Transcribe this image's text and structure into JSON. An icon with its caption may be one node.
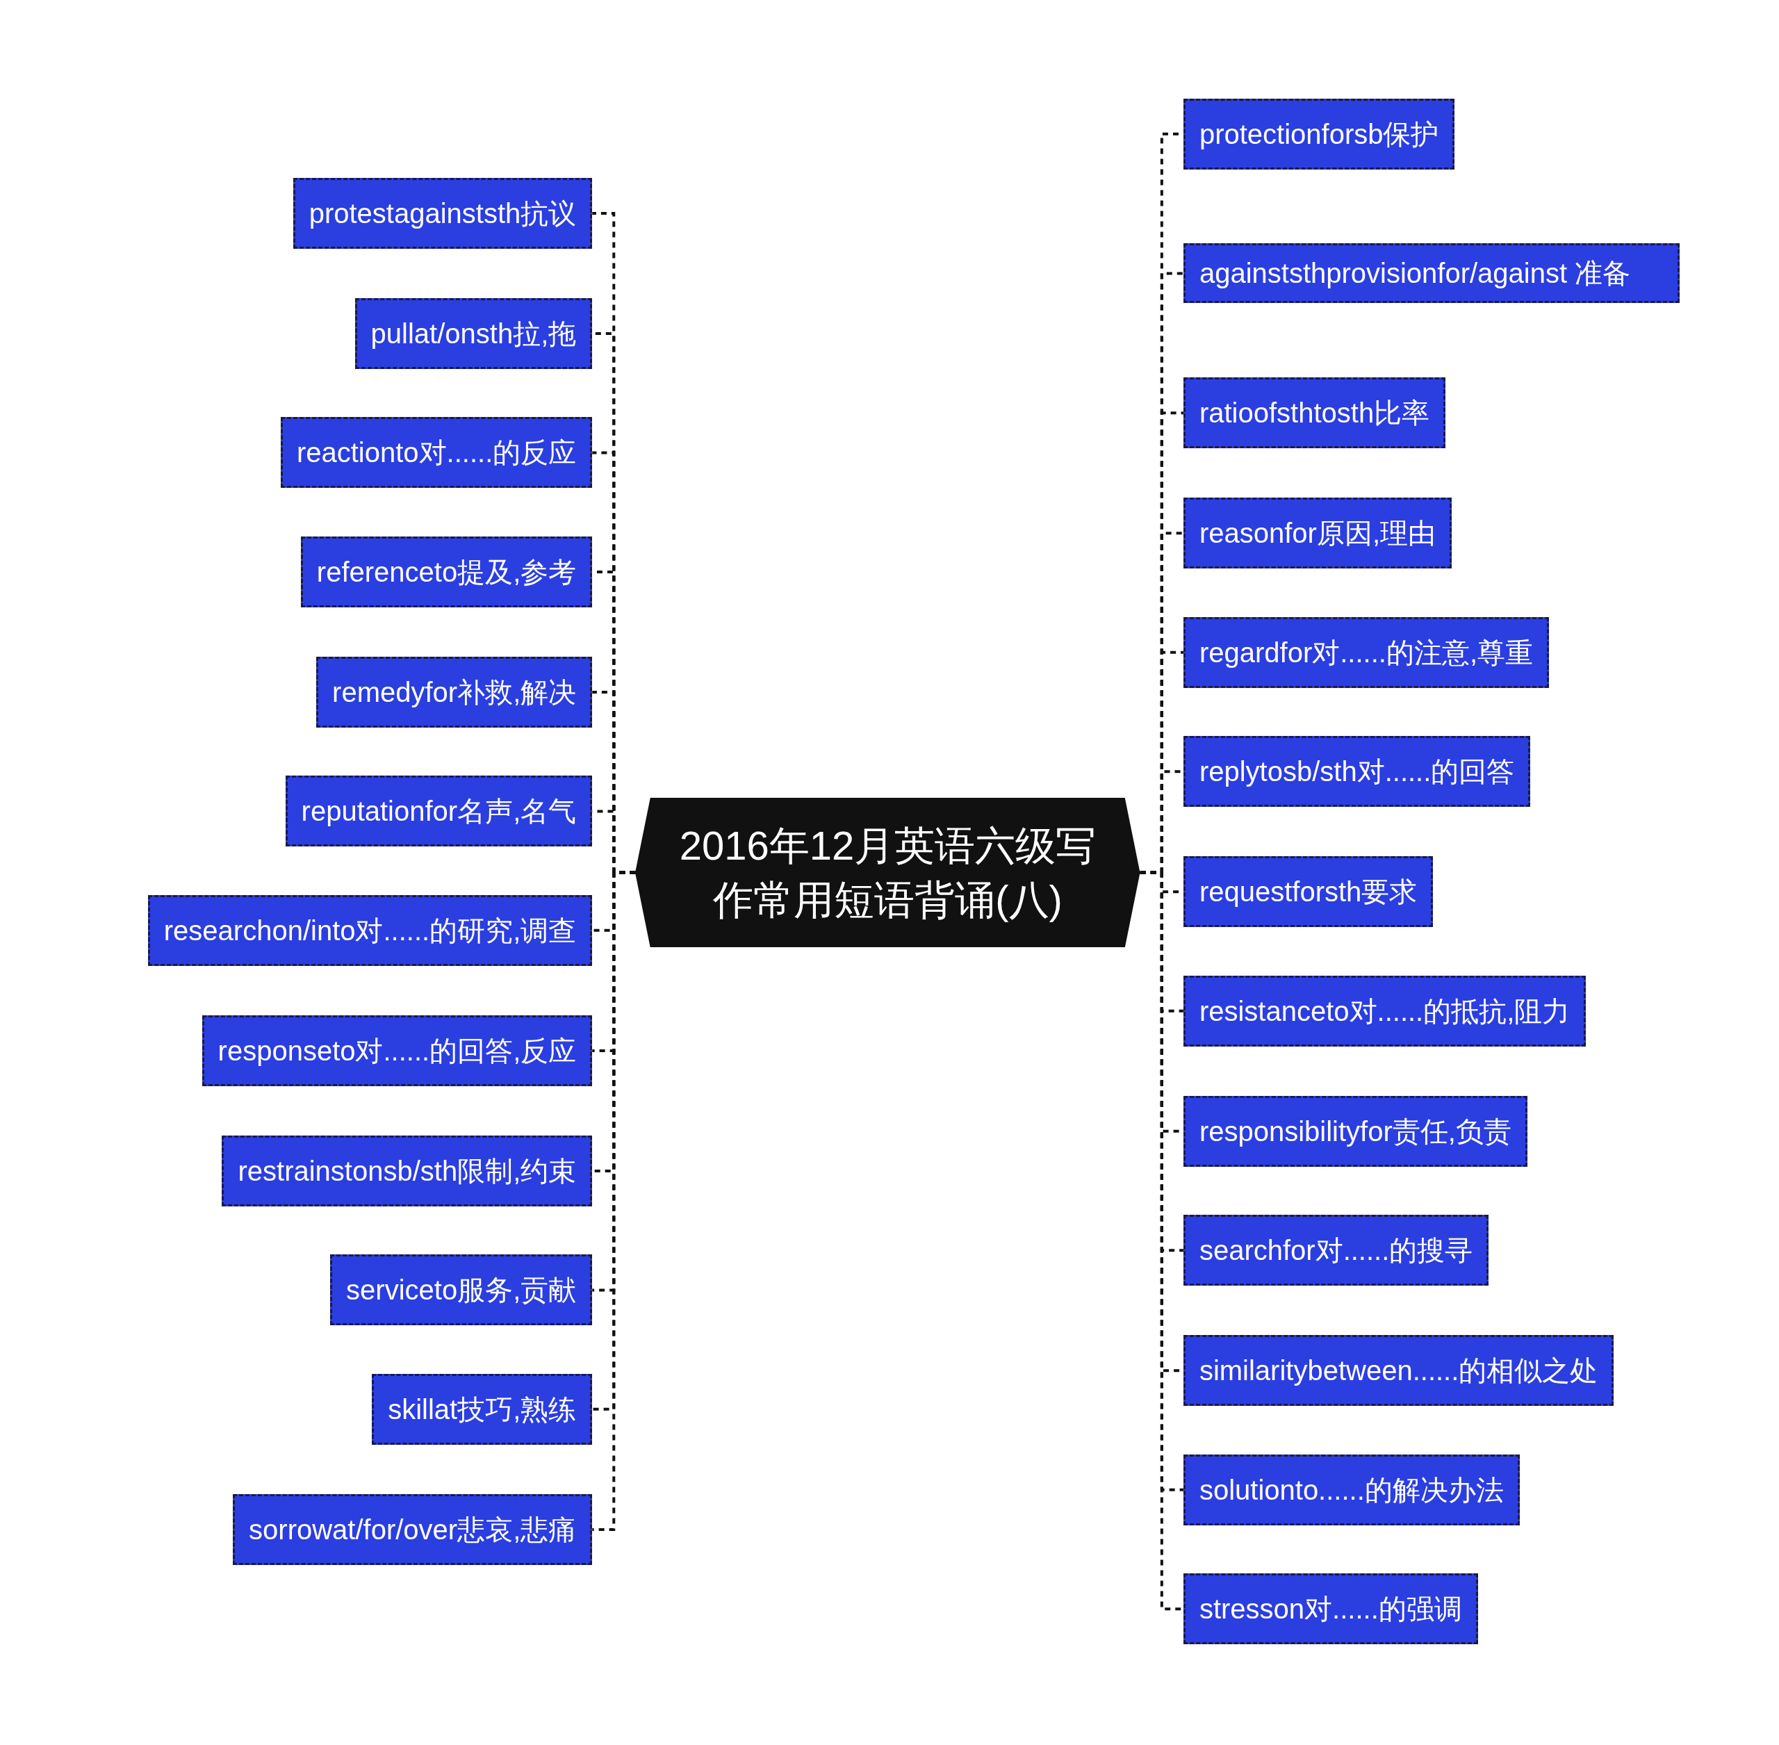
{
  "diagram": {
    "nodes": [
      {
        "text": [
          "2016年12月英语六级写作常用短语背诵(八)"
        ]
      },
      {
        "text": [
          "protestagainststh抗议"
        ]
      },
      {
        "text": [
          "pullat/onsth拉,拖"
        ]
      },
      {
        "text": [
          "reactionto对......的反应"
        ]
      },
      {
        "text": [
          "referenceto提及,参考"
        ]
      },
      {
        "text": [
          "remedyfor补救,解决"
        ]
      },
      {
        "text": [
          "reputationfor名声,名气"
        ]
      },
      {
        "text": [
          "researchon/into对......的研究,调查"
        ]
      },
      {
        "text": [
          "responseto对......的回答,反应"
        ]
      },
      {
        "text": [
          "restrainstonsb/sth限制,约束"
        ]
      },
      {
        "text": [
          "serviceto服务,贡献"
        ]
      },
      {
        "text": [
          "skillat技巧,熟练"
        ]
      },
      {
        "text": [
          "sorrowat/for/over悲哀,悲痛"
        ]
      },
      {
        "text": [
          "protectionforsb保护"
        ]
      },
      {
        "text": [
          "againststhprovisionfor/against 准备"
        ]
      },
      {
        "text": [
          "ratioofsthtosth比率"
        ]
      },
      {
        "text": [
          "reasonfor原因,理由"
        ]
      },
      {
        "text": [
          "regardfor对......的注意,尊重"
        ]
      },
      {
        "text": [
          "replytosb/sth对......的回答"
        ]
      },
      {
        "text": [
          "requestforsth要求"
        ]
      },
      {
        "text": [
          "resistanceto对......的抵抗,阻力"
        ]
      },
      {
        "text": [
          "responsibilityfor责任,负责"
        ]
      },
      {
        "text": [
          "searchfor对......的搜寻"
        ]
      },
      {
        "text": [
          "similaritybetween......的相似之处"
        ]
      },
      {
        "text": [
          "solutionto......的解决办法"
        ]
      },
      {
        "text": [
          "stresson对......的强调"
        ]
      }
    ],
    "edges": [
      {
        "from": 0,
        "to": 1,
        "arrow": "none",
        "style": "dashed"
      },
      {
        "from": 0,
        "to": 2,
        "arrow": "none",
        "style": "dashed"
      },
      {
        "from": 0,
        "to": 3,
        "arrow": "none",
        "style": "dashed"
      },
      {
        "from": 0,
        "to": 4,
        "arrow": "none",
        "style": "dashed"
      },
      {
        "from": 0,
        "to": 5,
        "arrow": "none",
        "style": "dashed"
      },
      {
        "from": 0,
        "to": 6,
        "arrow": "none",
        "style": "dashed"
      },
      {
        "from": 0,
        "to": 7,
        "arrow": "none",
        "style": "dashed"
      },
      {
        "from": 0,
        "to": 8,
        "arrow": "none",
        "style": "dashed"
      },
      {
        "from": 0,
        "to": 9,
        "arrow": "none",
        "style": "dashed"
      },
      {
        "from": 0,
        "to": 10,
        "arrow": "none",
        "style": "dashed"
      },
      {
        "from": 0,
        "to": 11,
        "arrow": "none",
        "style": "dashed"
      },
      {
        "from": 0,
        "to": 12,
        "arrow": "none",
        "style": "dashed"
      },
      {
        "from": 0,
        "to": 13,
        "arrow": "none",
        "style": "dashed"
      },
      {
        "from": 0,
        "to": 14,
        "arrow": "none",
        "style": "dashed"
      },
      {
        "from": 0,
        "to": 15,
        "arrow": "none",
        "style": "dashed"
      },
      {
        "from": 0,
        "to": 16,
        "arrow": "none",
        "style": "dashed"
      },
      {
        "from": 0,
        "to": 17,
        "arrow": "none",
        "style": "dashed"
      },
      {
        "from": 0,
        "to": 18,
        "arrow": "none",
        "style": "dashed"
      },
      {
        "from": 0,
        "to": 19,
        "arrow": "none",
        "style": "dashed"
      },
      {
        "from": 0,
        "to": 20,
        "arrow": "none",
        "style": "dashed"
      },
      {
        "from": 0,
        "to": 21,
        "arrow": "none",
        "style": "dashed"
      },
      {
        "from": 0,
        "to": 22,
        "arrow": "none",
        "style": "dashed"
      },
      {
        "from": 0,
        "to": 23,
        "arrow": "none",
        "style": "dashed"
      },
      {
        "from": 0,
        "to": 24,
        "arrow": "none",
        "style": "dashed"
      },
      {
        "from": 0,
        "to": 25,
        "arrow": "none",
        "style": "dashed"
      }
    ]
  }
}
